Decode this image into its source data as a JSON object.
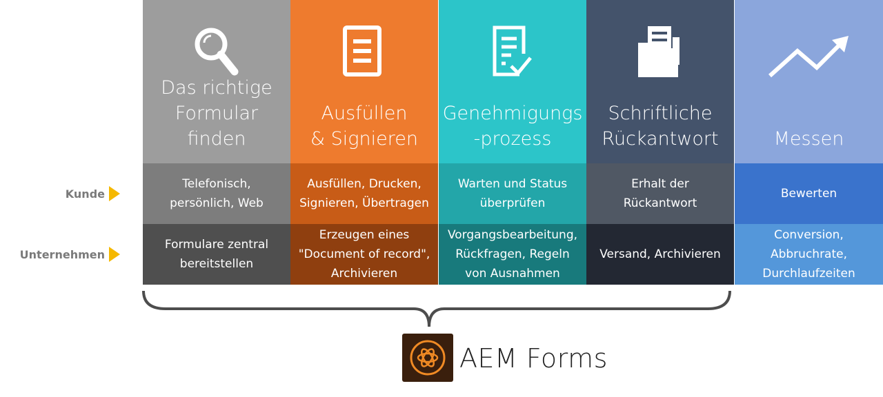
{
  "rows": {
    "customer": "Kunde",
    "business": "Unternehmen"
  },
  "columns": [
    {
      "title": "Das richtige\nFormular\nfinden",
      "customer": "Telefonisch,\npersönlich, Web",
      "business": "Formulare zentral\nbereitstellen",
      "icon": "magnifier-icon",
      "colors": {
        "head": "#9d9d9d",
        "row1": "#7d7d7d",
        "row2": "#4f4f4f"
      }
    },
    {
      "title": "Ausfüllen\n& Signieren",
      "customer": "Ausfüllen, Drucken,\nSignieren, Übertragen",
      "business": "Erzeugen eines\n\"Document of record\",\nArchivieren",
      "icon": "document-icon",
      "colors": {
        "head": "#ee7b2e",
        "row1": "#c85c17",
        "row2": "#8f3f0f"
      }
    },
    {
      "title": "Genehmigungs\n-prozess",
      "customer": "Warten und Status\nüberprüfen",
      "business": "Vorgangsbearbeitung,\nRückfragen, Regeln\nvon Ausnahmen",
      "icon": "checklist-icon",
      "colors": {
        "head": "#2cc5c9",
        "row1": "#23a6a9",
        "row2": "#187a7c"
      }
    },
    {
      "title": "Schriftliche\nRückantwort",
      "customer": "Erhalt der\nRückantwort",
      "business": "Versand, Archivieren",
      "icon": "folder-icon",
      "colors": {
        "head": "#44536b",
        "row1": "#505864",
        "row2": "#232833"
      }
    },
    {
      "title": "Messen",
      "customer": "Bewerten",
      "business": "Conversion,\nAbbruchrate,\nDurchlaufzeiten",
      "icon": "trend-up-icon",
      "colors": {
        "head": "#8ba6dc",
        "row1": "#3a73cc",
        "row2": "#5497da"
      }
    }
  ],
  "brand": {
    "name": "AEM Forms",
    "icon": "aem-forms-logo-icon",
    "accent": "#f08a24"
  }
}
